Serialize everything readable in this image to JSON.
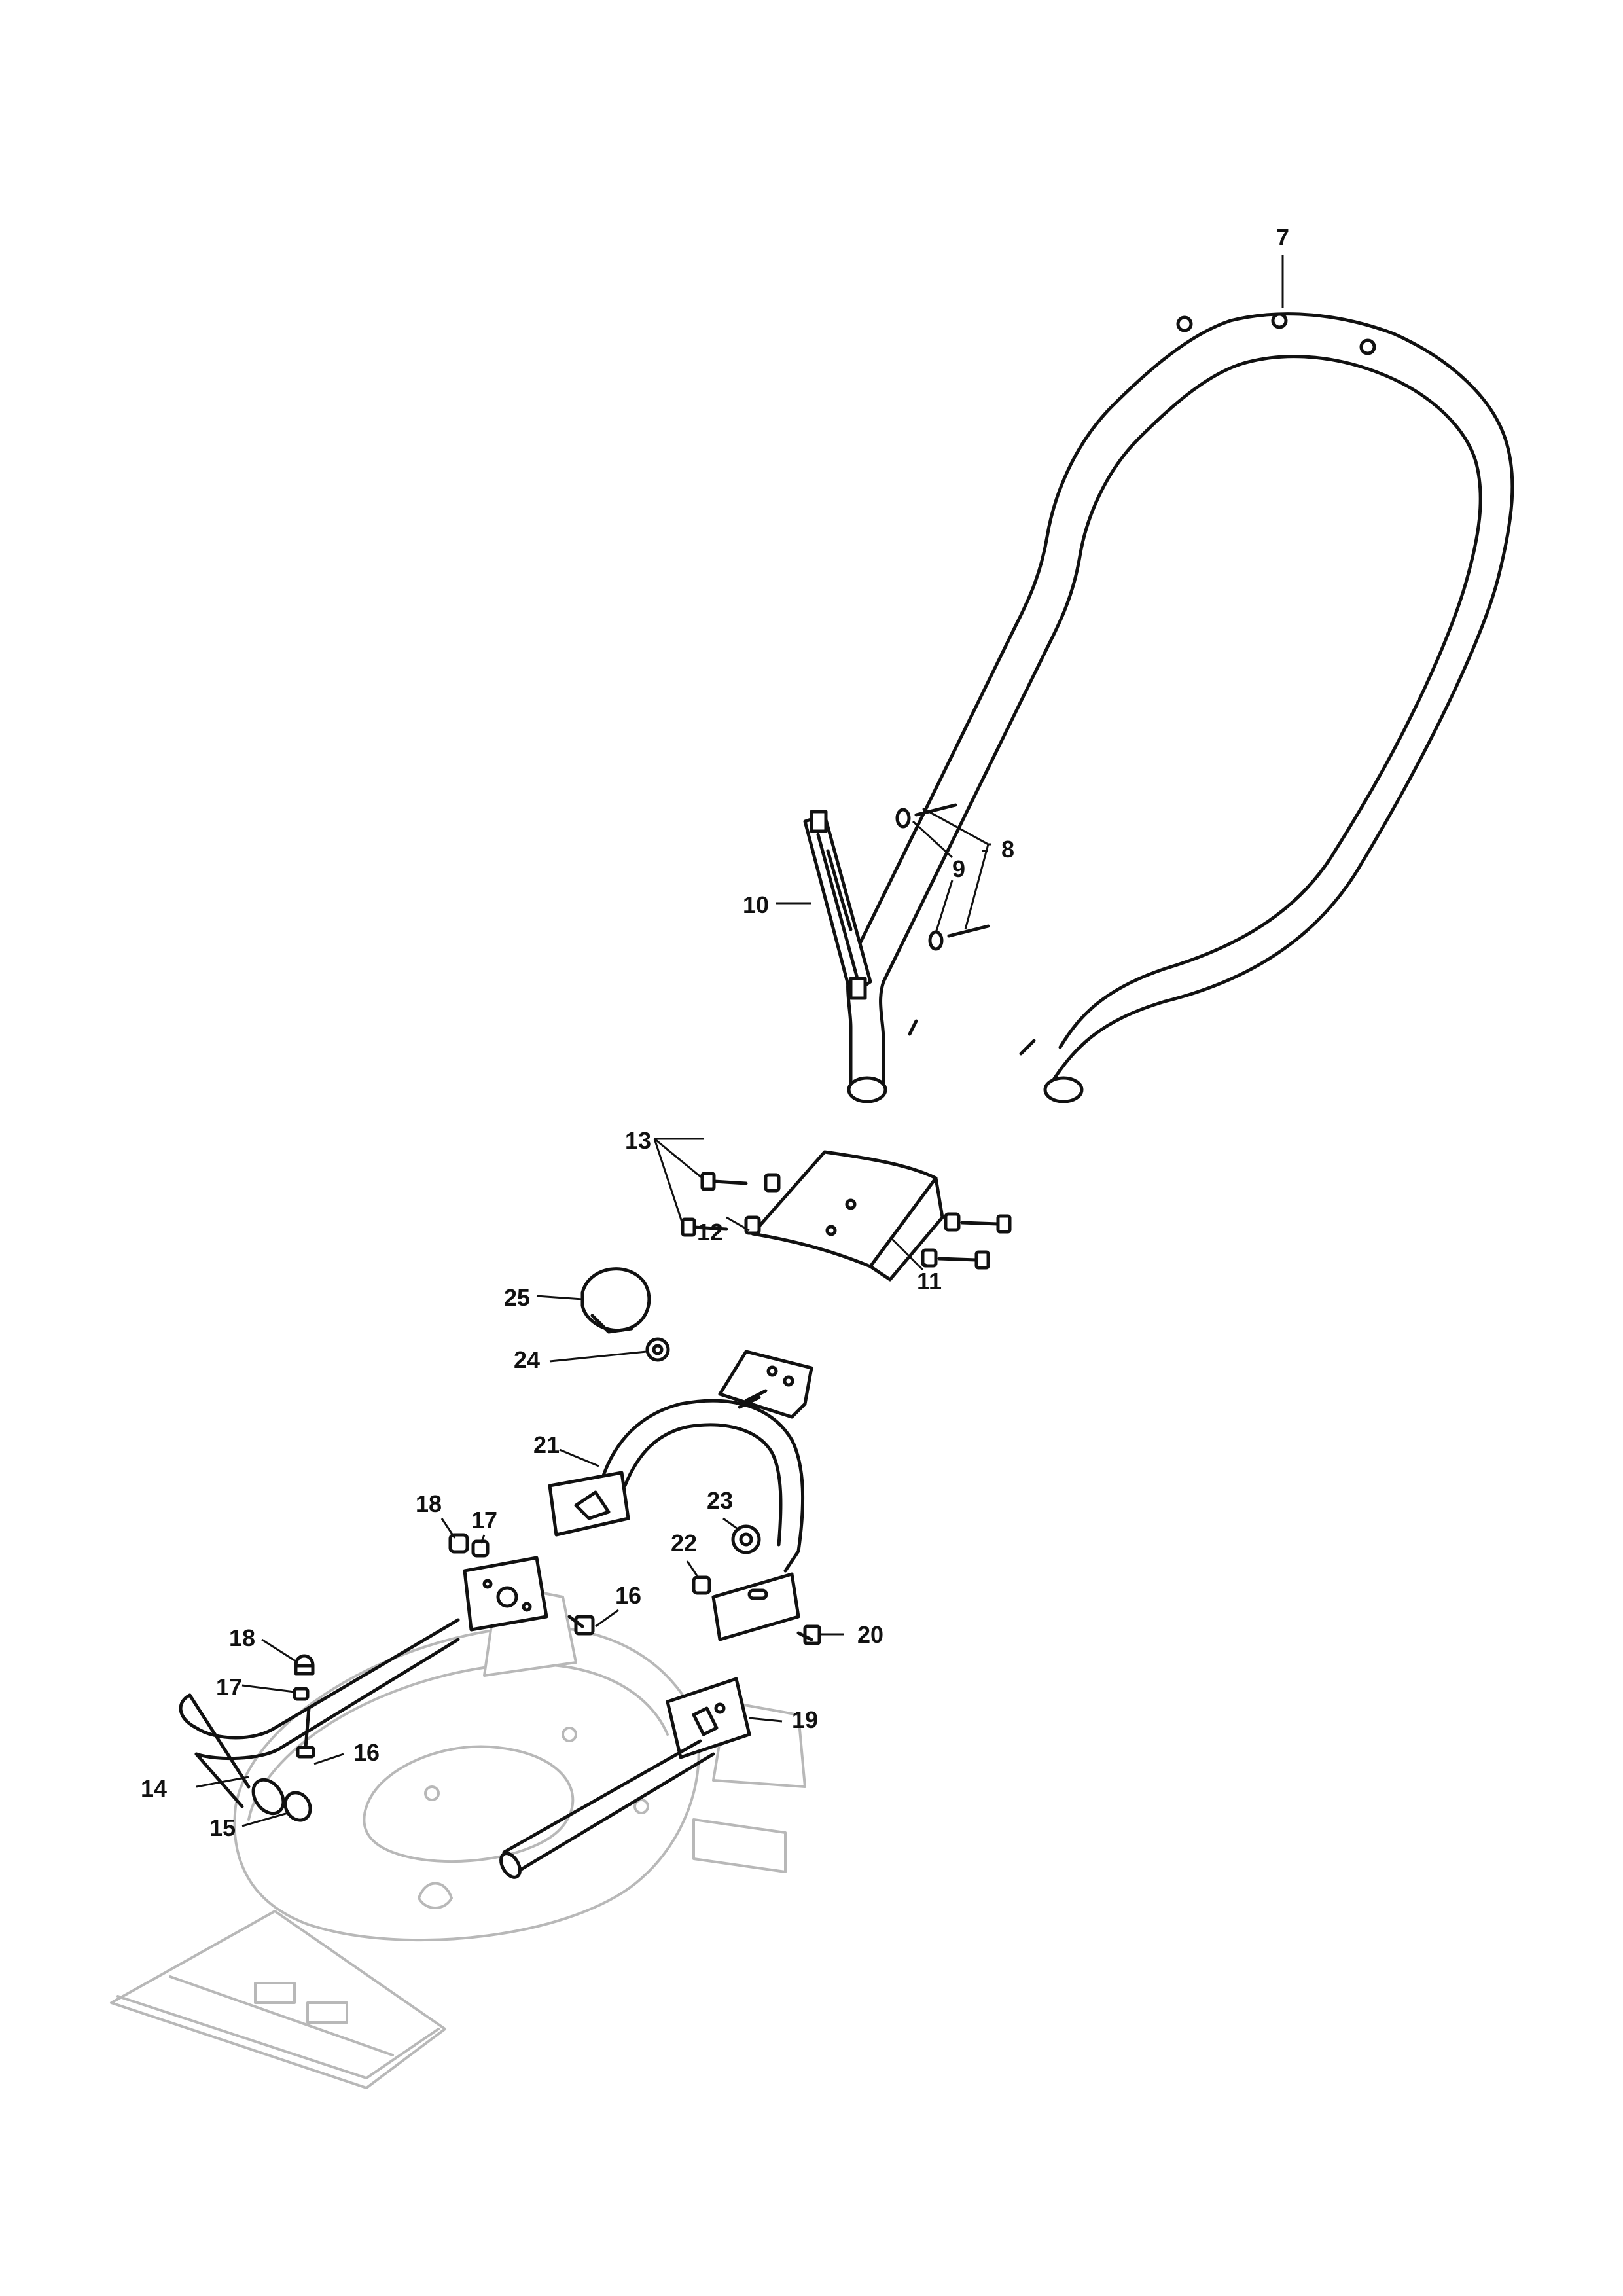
{
  "callouts": {
    "c7": "7",
    "c8": "8",
    "c9": "9",
    "c10": "10",
    "c11": "11",
    "c12": "12",
    "c13": "13",
    "c14": "14",
    "c15": "15",
    "c16a": "16",
    "c16b": "16",
    "c17a": "17",
    "c17b": "17",
    "c18a": "18",
    "c18b": "18",
    "c19": "19",
    "c20": "20",
    "c21": "21",
    "c22": "22",
    "c23": "23",
    "c24": "24",
    "c25": "25"
  }
}
